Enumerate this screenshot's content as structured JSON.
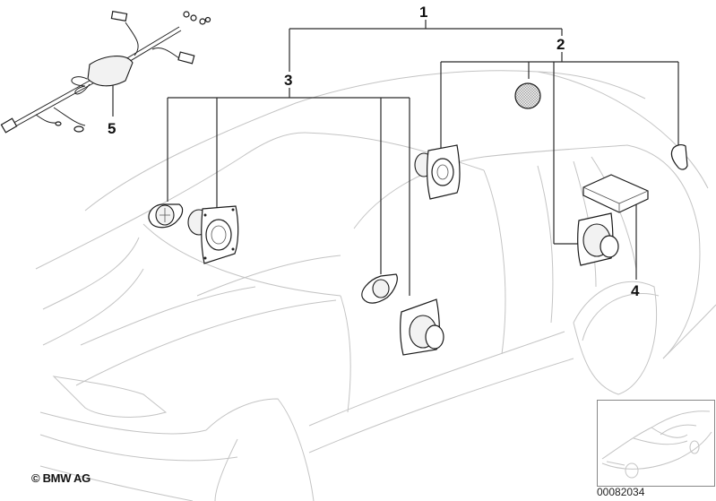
{
  "diagram": {
    "title": "Loudspeaker system parts diagram",
    "callouts": [
      {
        "id": "1",
        "label": "1",
        "part": "speaker-set-complete"
      },
      {
        "id": "2",
        "label": "2",
        "part": "rear-speaker-group"
      },
      {
        "id": "3",
        "label": "3",
        "part": "front-speaker-group"
      },
      {
        "id": "4",
        "label": "4",
        "part": "amplifier"
      },
      {
        "id": "5",
        "label": "5",
        "part": "wiring-harness"
      }
    ],
    "copyright": "© BMW AG",
    "reference_number": "00082034",
    "colors": {
      "outline": "#c4c4c4",
      "leader": "#2a2a2a",
      "part": "#1a1a1a"
    }
  }
}
